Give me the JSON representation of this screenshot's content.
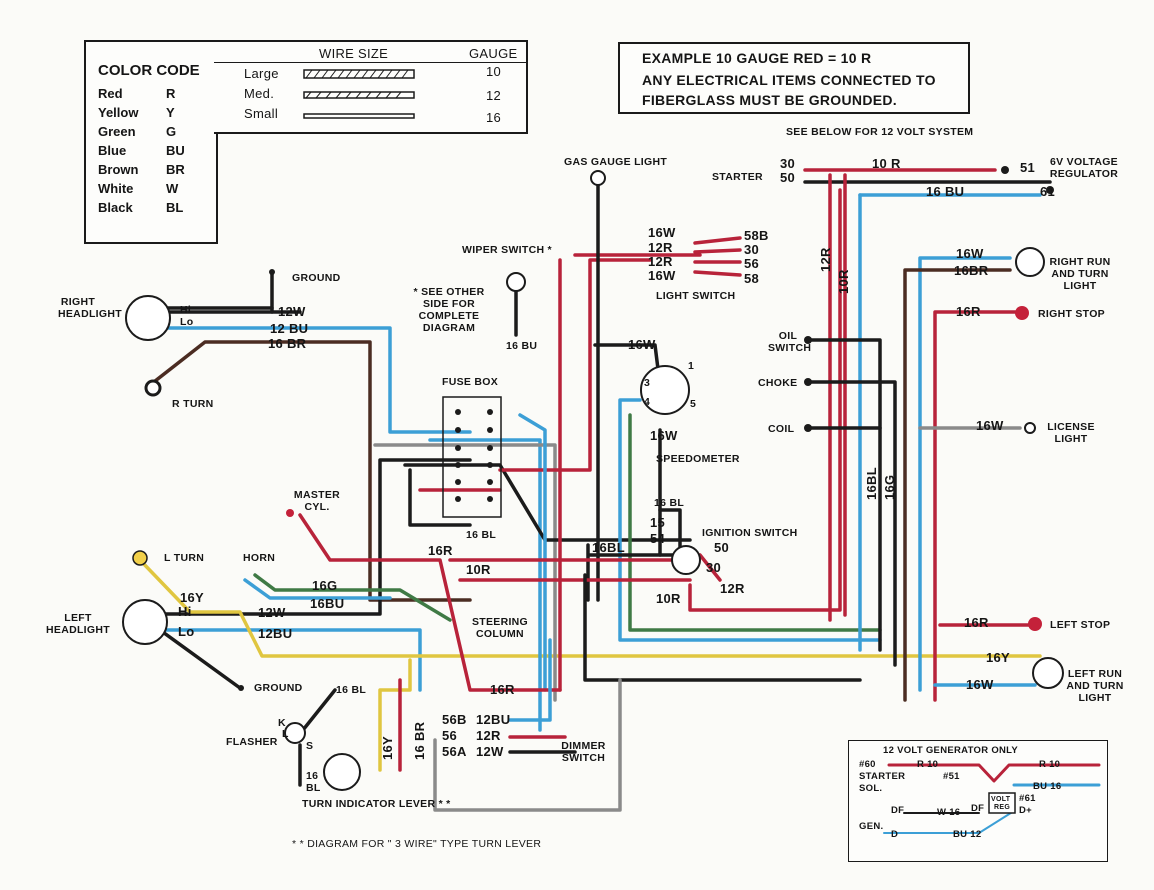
{
  "color_code": {
    "title": "COLOR CODE",
    "entries": [
      {
        "name": "Red",
        "code": "R"
      },
      {
        "name": "Yellow",
        "code": "Y"
      },
      {
        "name": "Green",
        "code": "G"
      },
      {
        "name": "Blue",
        "code": "BU"
      },
      {
        "name": "Brown",
        "code": "BR"
      },
      {
        "name": "White",
        "code": "W"
      },
      {
        "name": "Black",
        "code": "BL"
      }
    ]
  },
  "wire_size": {
    "header_size": "WIRE SIZE",
    "header_gauge": "GAUGE",
    "rows": [
      {
        "label": "Large",
        "gauge": "10"
      },
      {
        "label": "Med.",
        "gauge": "12"
      },
      {
        "label": "Small",
        "gauge": "16"
      }
    ]
  },
  "example": {
    "line1": "EXAMPLE 10 GAUGE RED = 10 R",
    "line2": "ANY ELECTRICAL ITEMS CONNECTED TO",
    "line3": "FIBERGLASS MUST BE GROUNDED."
  },
  "notes": {
    "see_below": "SEE BELOW FOR 12 VOLT SYSTEM",
    "see_other": "* SEE OTHER SIDE FOR COMPLETE DIAGRAM",
    "three_wire": "* * DIAGRAM FOR \" 3 WIRE\" TYPE TURN LEVER"
  },
  "components": {
    "right_headlight": "RIGHT HEADLIGHT",
    "left_headlight": "LEFT HEADLIGHT",
    "ground_top": "GROUND",
    "ground_bottom": "GROUND",
    "r_turn": "R TURN",
    "l_turn": "L TURN",
    "horn": "HORN",
    "master_cyl": "MASTER CYL.",
    "steering_column": "STEERING COLUMN",
    "flasher": "FLASHER",
    "turn_indicator_lever": "TURN INDICATOR LEVER * *",
    "dimmer_switch": "DIMMER SWITCH",
    "fuse_box": "FUSE BOX",
    "gas_gauge_light": "GAS GAUGE LIGHT",
    "wiper_switch": "WIPER SWITCH *",
    "light_switch": "LIGHT SWITCH",
    "speedometer": "SPEEDOMETER",
    "ignition_switch": "IGNITION SWITCH",
    "starter": "STARTER",
    "voltage_regulator": "6V VOLTAGE REGULATOR",
    "oil_switch": "OIL SWITCH",
    "choke": "CHOKE",
    "coil": "COIL",
    "right_run": "RIGHT RUN AND TURN LIGHT",
    "right_stop": "RIGHT STOP",
    "license_light": "LICENSE LIGHT",
    "left_stop": "LEFT STOP",
    "left_run": "LEFT RUN AND TURN LIGHT"
  },
  "wire_labels": {
    "w12w_top": "12W",
    "w12bu_top": "12 BU",
    "w16br_top": "16 BR",
    "hi_r": "Hi",
    "lo_r": "Lo",
    "hi_l": "Hi",
    "lo_l": "Lo",
    "w16y": "16Y",
    "w12w_l": "12W",
    "w12bu_l": "12BU",
    "w16g": "16G",
    "w16bu_horn": "16BU",
    "w16r_m": "16R",
    "w10r_m": "10R",
    "w16bl_fuse": "16 BL",
    "w16bu_wiper": "16 BU",
    "w16w_ls1": "16W",
    "w12r_ls1": "12R",
    "w12r_ls2": "12R",
    "w16w_ls2": "16W",
    "t58b": "58B",
    "t30": "30",
    "t56": "56",
    "t58": "58",
    "w16w_sp1": "16W",
    "w16w_sp2": "16W",
    "sp1": "1",
    "sp3": "3",
    "sp4": "4",
    "sp5": "5",
    "w16bl_ign": "16 BL",
    "t15": "15",
    "t54": "54",
    "t50": "50",
    "t30b": "30",
    "w16bl_ign2": "16BL",
    "w12r_ign": "12R",
    "w10r_ign": "10R",
    "st30": "30",
    "st50": "50",
    "w10r_st": "10 R",
    "w16bu_st": "16 BU",
    "t51": "51",
    "t61": "61",
    "w12r_v": "12R",
    "w10r_v": "10R",
    "w16w_rr": "16W",
    "w16br_rr": "16BR",
    "w16r_rs": "16R",
    "w16bl_v": "16BL",
    "w16g_v": "16G",
    "w16w_lic": "16W",
    "w16r_ls": "16R",
    "w16y_lr": "16Y",
    "w16w_lr": "16W",
    "w16r_bot": "16R",
    "w16bl_fl": "16 BL",
    "fk": "K",
    "fl": "L",
    "fs": "S",
    "w16bl_tl": "16 BL",
    "w16y_v": "16Y",
    "w16br_v": "16 BR",
    "t56b": "56B",
    "t56a": "56A",
    "w12bu_d": "12BU",
    "w12r_d": "12R",
    "w12w_d": "12W"
  },
  "gen12v": {
    "title": "12 VOLT GENERATOR ONLY",
    "t60": "#60",
    "r10a": "R 10",
    "r10b": "R 10",
    "t51": "#51",
    "starter": "STARTER",
    "sol": "SOL.",
    "bu16": "BU 16",
    "volt": "VOLT",
    "reg": "REG",
    "t61": "#61",
    "df": "DF",
    "d": "D+",
    "w16": "W 16",
    "gen": "GEN.",
    "df2": "DF",
    "d2": "D",
    "bu12": "BU 12"
  }
}
